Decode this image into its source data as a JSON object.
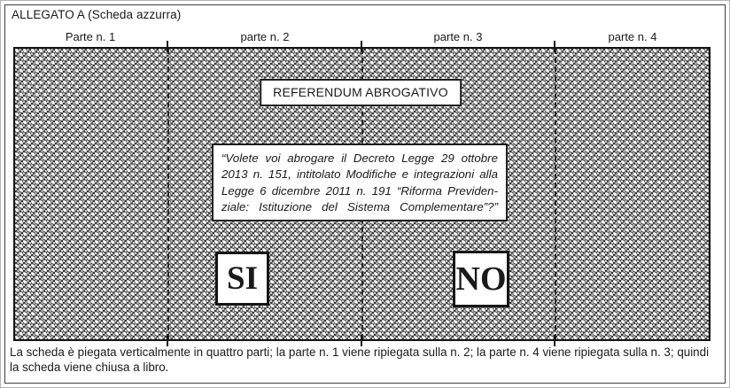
{
  "page": {
    "title": "ALLEGATO A (Scheda azzurra)",
    "footer_note": "La scheda è piegata verticalmente in quattro parti; la parte n. 1 viene ripiegata sulla n. 2; la parte n. 4 viene ripiegata sulla n. 3; quindi la scheda viene chiusa a libro."
  },
  "ballot": {
    "part_labels": [
      "Parte n. 1",
      "parte n. 2",
      "parte n. 3",
      "parte n. 4"
    ],
    "header": "REFERENDUM ABROGATIVO",
    "question_lines": [
      "“Volete voi abrogare il Decreto Legge 29 ottobre",
      "2013 n. 151, intitolato Modifiche e integrazioni alla",
      "Legge 6 dicembre 2011 n. 191 “Riforma Previden-",
      "ziale: Istituzione del Sistema Complementare”?”"
    ],
    "options": {
      "yes": "SI",
      "no": "NO"
    }
  },
  "colors": {
    "ink": "#1a1a1a",
    "paper": "#ffffff",
    "pattern_dark": "#3c3c3c",
    "pattern_light": "#c8c8c8"
  }
}
